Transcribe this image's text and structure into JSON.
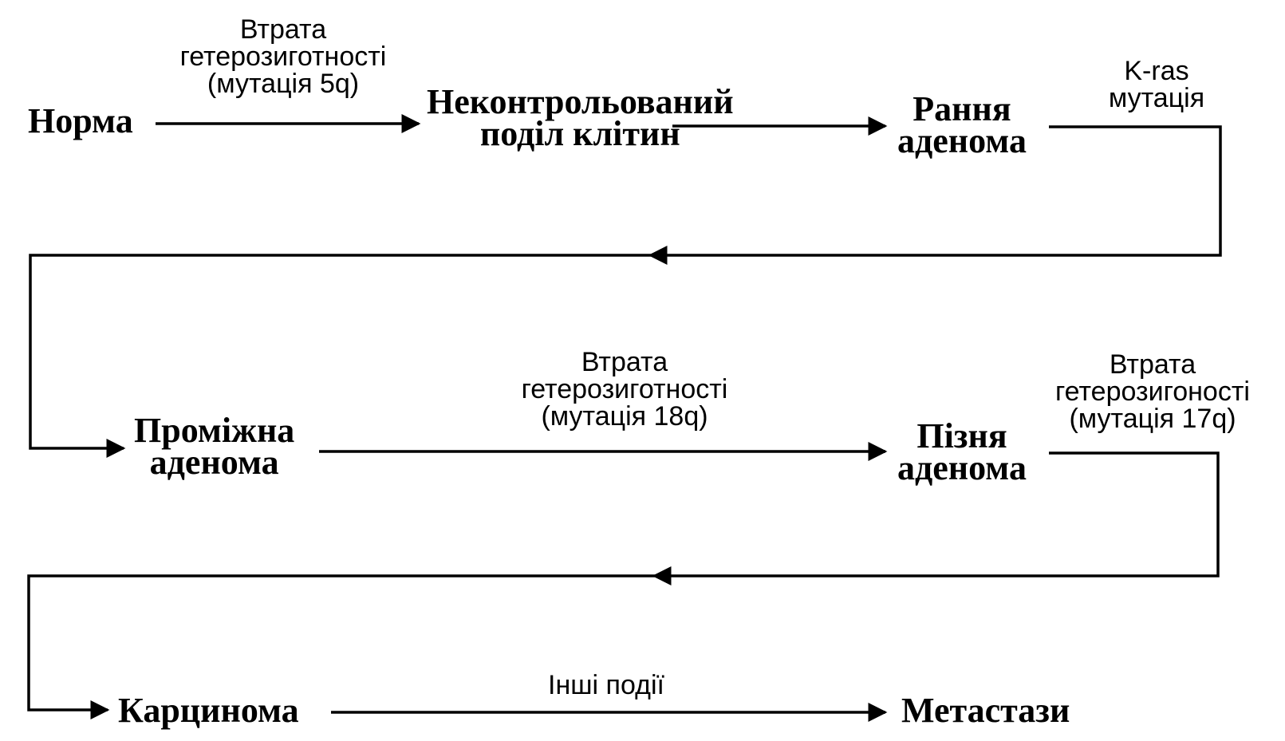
{
  "stages": {
    "norm": "Норма",
    "uncontrolled": [
      "Неконтрольований",
      "поділ клітин"
    ],
    "early": [
      "Рання",
      "аденома"
    ],
    "intermediate": [
      "Проміжна",
      "аденома"
    ],
    "late": [
      "Пізня",
      "аденома"
    ],
    "carcinoma": "Карцинома",
    "metastases": "Метастази"
  },
  "events": {
    "loh_5q": [
      "Втрата",
      "гетерозиготності",
      "(мутація 5q)"
    ],
    "kras": [
      "K-ras",
      "мутація"
    ],
    "loh_18q": [
      "Втрата",
      "гетерозиготності",
      "(мутація 18q)"
    ],
    "loh_17q": [
      "Втрата",
      "гетерозигоності",
      "(мутація 17q)"
    ],
    "other": "Інші події"
  },
  "colors": {
    "line": "#000000",
    "background": "#ffffff"
  }
}
